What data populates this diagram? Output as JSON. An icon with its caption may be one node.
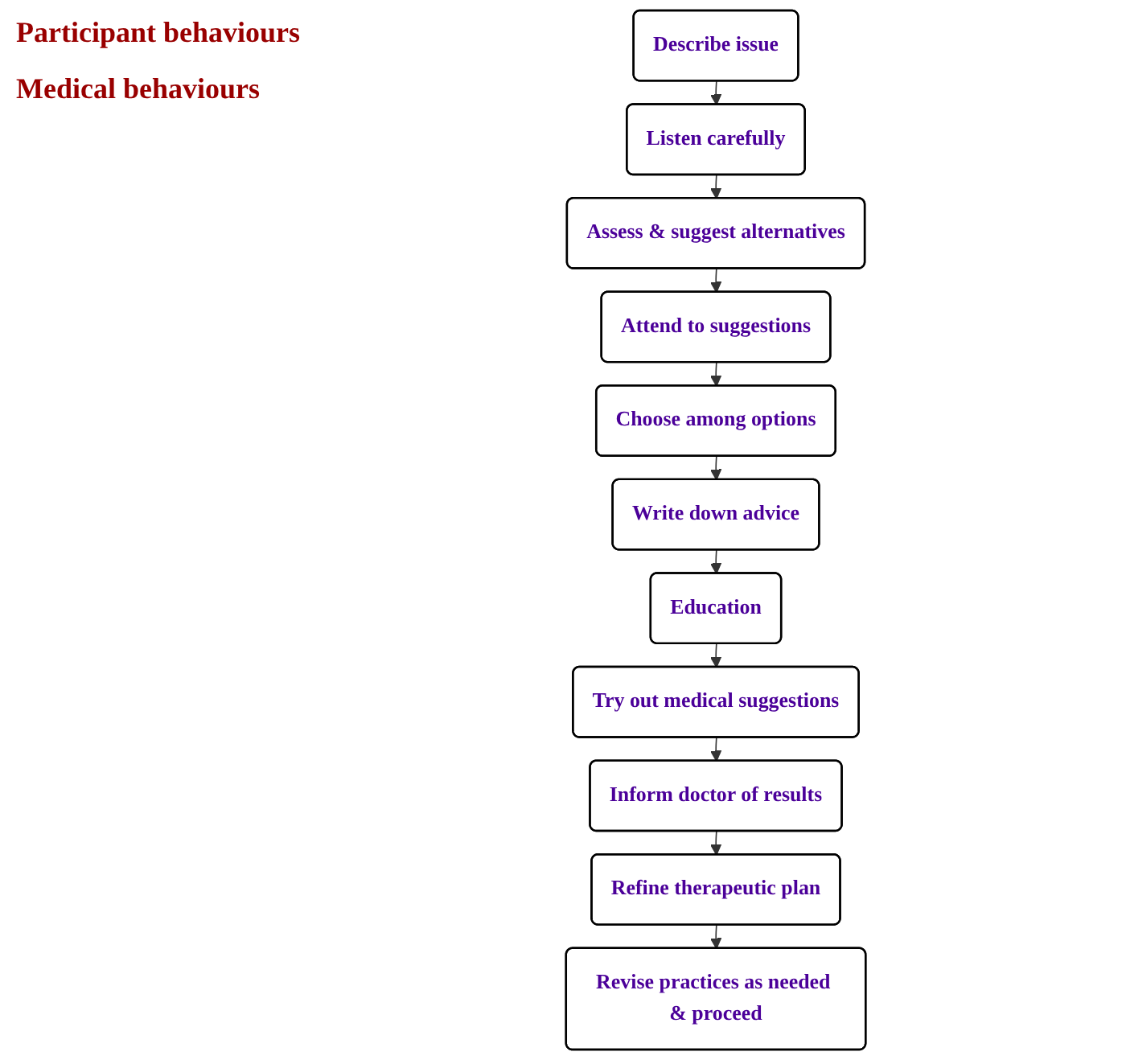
{
  "diagram": {
    "nodes": [
      {
        "text": [
          "Describe issue"
        ]
      },
      {
        "text": [
          "Listen carefully"
        ]
      },
      {
        "text": [
          "Attend to suggestions"
        ]
      },
      {
        "text": [
          "Assess & suggest alternatives"
        ]
      },
      {
        "text": [
          "Choose among options"
        ]
      },
      {
        "text": [
          "Write down advice"
        ]
      },
      {
        "text": [
          "Try out medical suggestions"
        ]
      },
      {
        "text": [
          "Education"
        ]
      },
      {
        "text": [
          "Inform doctor of results"
        ]
      },
      {
        "text": [
          "Refine therapeutic plan"
        ]
      },
      {
        "text": [
          "Revise practices as needed & proceed"
        ]
      }
    ],
    "edges": [
      {
        "from": 0,
        "to": 1,
        "arrow": "to"
      },
      {
        "from": 1,
        "to": 3,
        "arrow": "to"
      },
      {
        "from": 3,
        "to": 2,
        "arrow": "to"
      },
      {
        "from": 2,
        "to": 4,
        "arrow": "to"
      },
      {
        "from": 4,
        "to": 5,
        "arrow": "to"
      },
      {
        "from": 5,
        "to": 7,
        "arrow": "to"
      },
      {
        "from": 7,
        "to": 6,
        "arrow": "to"
      },
      {
        "from": 6,
        "to": 8,
        "arrow": "to"
      },
      {
        "from": 8,
        "to": 9,
        "arrow": "to"
      },
      {
        "from": 9,
        "to": 10,
        "arrow": "to"
      }
    ],
    "labels": [
      "Participant behaviours",
      "Medical behaviours"
    ]
  }
}
